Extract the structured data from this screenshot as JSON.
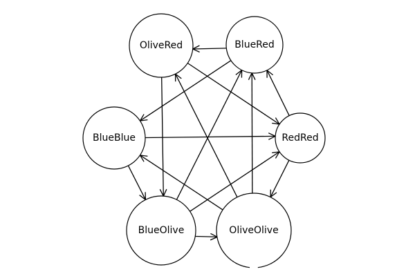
{
  "diagram": {
    "type": "directed-graph",
    "colors": {
      "node_fill": "#ffffff",
      "node_stroke": "#000000",
      "edge": "#000000",
      "label": "#000000",
      "background": "#ffffff"
    },
    "nodes": [
      {
        "id": "OliveRed",
        "label": "OliveRed"
      },
      {
        "id": "BlueRed",
        "label": "BlueRed"
      },
      {
        "id": "BlueBlue",
        "label": "BlueBlue"
      },
      {
        "id": "RedRed",
        "label": "RedRed"
      },
      {
        "id": "BlueOlive",
        "label": "BlueOlive"
      },
      {
        "id": "OliveOlive",
        "label": "OliveOlive"
      }
    ],
    "edges": [
      {
        "from": "BlueRed",
        "to": "OliveRed"
      },
      {
        "from": "BlueRed",
        "to": "BlueBlue"
      },
      {
        "from": "OliveRed",
        "to": "RedRed"
      },
      {
        "from": "OliveRed",
        "to": "BlueOlive"
      },
      {
        "from": "OliveOlive",
        "to": "OliveRed"
      },
      {
        "from": "BlueOlive",
        "to": "BlueRed"
      },
      {
        "from": "OliveOlive",
        "to": "BlueRed"
      },
      {
        "from": "RedRed",
        "to": "BlueRed"
      },
      {
        "from": "BlueBlue",
        "to": "RedRed"
      },
      {
        "from": "OliveOlive",
        "to": "BlueBlue"
      },
      {
        "from": "BlueBlue",
        "to": "BlueOlive"
      },
      {
        "from": "BlueOlive",
        "to": "RedRed"
      },
      {
        "from": "RedRed",
        "to": "OliveOlive"
      },
      {
        "from": "BlueOlive",
        "to": "OliveOlive"
      }
    ]
  }
}
